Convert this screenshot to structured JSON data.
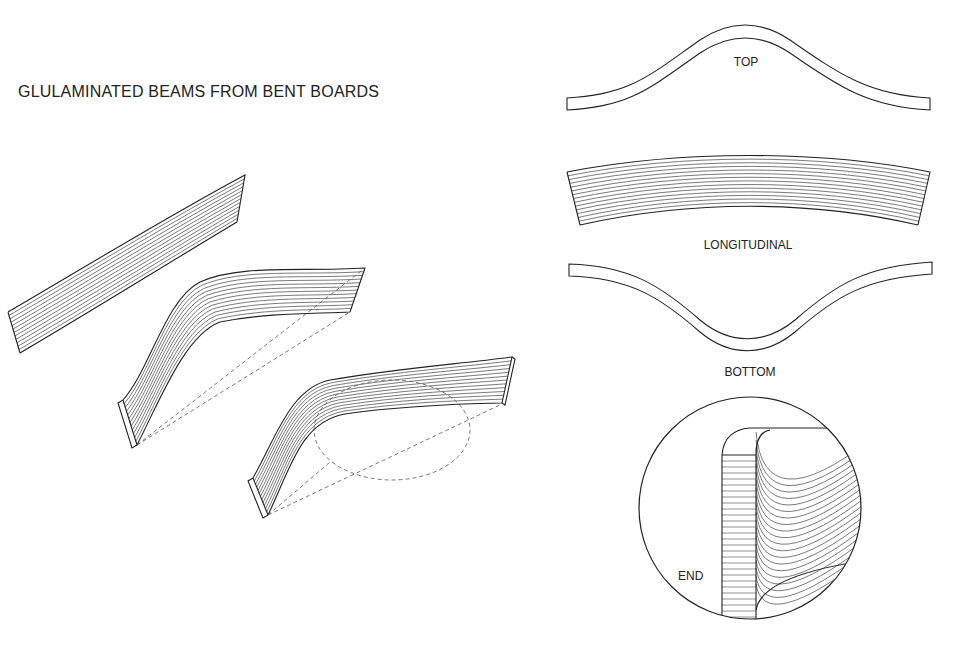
{
  "diagram": {
    "title": "GLULAMINATED BEAMS FROM BENT BOARDS",
    "nodes": [
      {
        "text": [
          "END"
        ]
      }
    ],
    "labels": [
      "TOP",
      "LONGITUDINAL",
      "BOTTOM"
    ]
  }
}
